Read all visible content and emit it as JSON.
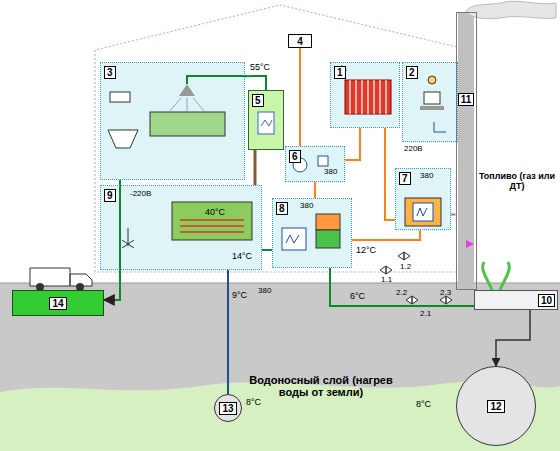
{
  "diagram": {
    "nodes": [
      {
        "text": [
          "4"
        ]
      },
      {
        "text": [
          "3"
        ]
      },
      {
        "text": [
          "5"
        ]
      },
      {
        "text": [
          "1"
        ]
      },
      {
        "text": [
          "2"
        ]
      },
      {
        "text": [
          "6"
        ]
      },
      {
        "text": [
          "11"
        ]
      },
      {
        "text": [
          "7"
        ]
      },
      {
        "text": [
          "8"
        ]
      },
      {
        "text": [
          "9"
        ]
      },
      {
        "text": [
          "14"
        ]
      },
      {
        "text": [
          "10"
        ]
      },
      {
        "text": [
          "13"
        ]
      },
      {
        "text": [
          "12"
        ]
      }
    ],
    "edges": [
      {
        "from": 2,
        "to": 1,
        "arrow": "none",
        "label": "55°C"
      },
      {
        "from": 9,
        "to": 2,
        "arrow": "none"
      },
      {
        "from": 1,
        "to": 10,
        "arrow": "to"
      },
      {
        "from": 12,
        "to": 9,
        "arrow": "none"
      },
      {
        "from": 9,
        "to": 8,
        "arrow": "none"
      },
      {
        "from": 8,
        "to": 11,
        "arrow": "none"
      },
      {
        "from": 11,
        "to": 13,
        "arrow": "to"
      },
      {
        "from": 7,
        "to": 6,
        "arrow": "none"
      },
      {
        "from": 7,
        "to": 3,
        "arrow": "none"
      },
      {
        "from": 5,
        "to": 3,
        "arrow": "none"
      },
      {
        "from": 0,
        "to": 5,
        "arrow": "none"
      },
      {
        "from": 8,
        "to": 7,
        "arrow": "none"
      },
      {
        "from": 5,
        "to": 8,
        "arrow": "none"
      }
    ],
    "labels": [
      "40°C",
      "14°C",
      "9°C",
      "8°C",
      "6°C",
      "8°C",
      "12°C",
      "1.1",
      "1.2",
      "2.2",
      "2.3",
      "2.1",
      "220В",
      "380",
      "380",
      "380",
      "-220В",
      "380",
      "Топливо (газ или ДТ)",
      "Водоносный слой (нагрев воды от земли)"
    ]
  }
}
